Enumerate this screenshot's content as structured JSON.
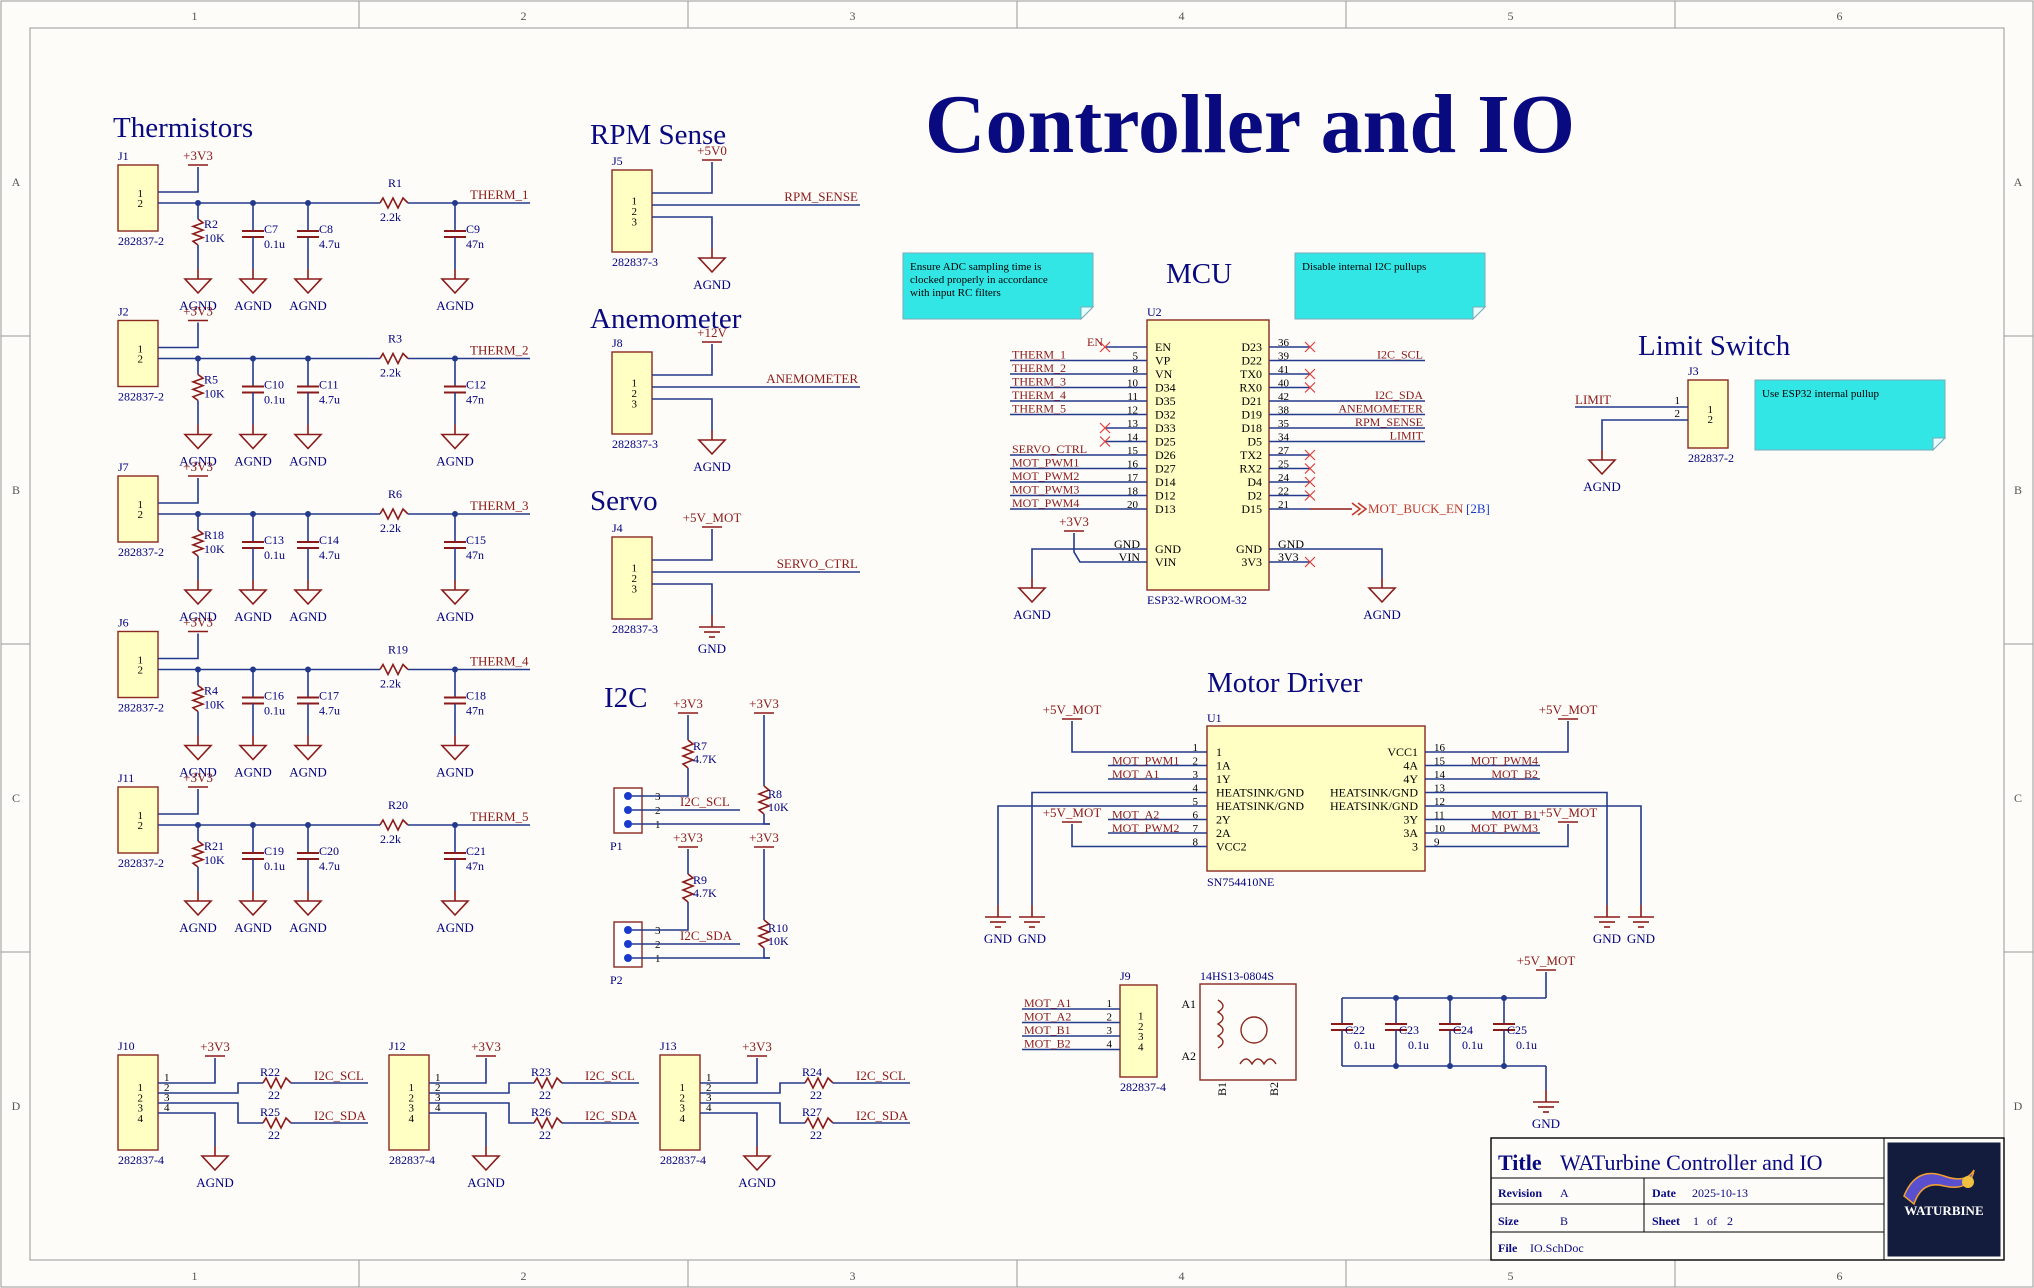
{
  "sheet": {
    "title": "Controller and IO",
    "col_labels": [
      "1",
      "2",
      "3",
      "4",
      "5",
      "6"
    ],
    "row_labels": [
      "A",
      "B",
      "C",
      "D"
    ]
  },
  "colors": {
    "wire": "#233a8c",
    "net": "#8b1a1a",
    "part": "#000080",
    "body": "#ffffc4",
    "note": "#33e6e6",
    "title": "#0a0a80"
  },
  "sections": {
    "thermistors": "Thermistors",
    "rpm": "RPM Sense",
    "anemometer": "Anemometer",
    "servo": "Servo",
    "i2c": "I2C",
    "mcu": "MCU",
    "limit": "Limit Switch",
    "motor_driver": "Motor Driver"
  },
  "thermistors": [
    {
      "conn": "J1",
      "r_pull": "R2",
      "ca": "C7",
      "cb": "C8",
      "r_ser": "R1",
      "c_out": "C9",
      "net": "THERM_1"
    },
    {
      "conn": "J2",
      "r_pull": "R5",
      "ca": "C10",
      "cb": "C11",
      "r_ser": "R3",
      "c_out": "C12",
      "net": "THERM_2"
    },
    {
      "conn": "J7",
      "r_pull": "R18",
      "ca": "C13",
      "cb": "C14",
      "r_ser": "R6",
      "c_out": "C15",
      "net": "THERM_3"
    },
    {
      "conn": "J6",
      "r_pull": "R4",
      "ca": "C16",
      "cb": "C17",
      "r_ser": "R19",
      "c_out": "C18",
      "net": "THERM_4"
    },
    {
      "conn": "J11",
      "r_pull": "R21",
      "ca": "C19",
      "cb": "C20",
      "r_ser": "R20",
      "c_out": "C21",
      "net": "THERM_5"
    }
  ],
  "therm_vals": {
    "conn": "282837-2",
    "pull": "10K",
    "ca": "0.1u",
    "cb": "4.7u",
    "ser": "2.2k",
    "out": "47n",
    "rail": "+3V3",
    "gnd": "AGND"
  },
  "pins": {
    "p1": "1",
    "p2": "2",
    "p3": "3",
    "p4": "4"
  },
  "rpm": {
    "ref": "J5",
    "rail": "+5V0",
    "net": "RPM_SENSE",
    "part": "282837-3"
  },
  "anemometer": {
    "ref": "J8",
    "rail": "+12V",
    "net": "ANEMOMETER",
    "part": "282837-3"
  },
  "servo": {
    "ref": "J4",
    "rail": "+5V_MOT",
    "net": "SERVO_CTRL",
    "part": "282837-3",
    "gnd": "GND"
  },
  "i2c": {
    "scl": {
      "hdr": "P1",
      "ra": "R7",
      "ra_val": "4.7K",
      "rb": "R8",
      "rb_val": "10K",
      "net": "I2C_SCL"
    },
    "sda": {
      "hdr": "P2",
      "ra": "R9",
      "ra_val": "4.7K",
      "rb": "R10",
      "rb_val": "10K",
      "net": "I2C_SDA"
    }
  },
  "i2c_conns": [
    {
      "ref": "J10",
      "ra": "R22",
      "rb": "R25"
    },
    {
      "ref": "J12",
      "ra": "R23",
      "rb": "R26"
    },
    {
      "ref": "J13",
      "ra": "R24",
      "rb": "R27"
    }
  ],
  "i2c_conn_vals": {
    "part": "282837-4",
    "res": "22"
  },
  "notes": {
    "adc": [
      "Ensure ADC sampling time is",
      "clocked properly in accordance",
      "with input RC filters"
    ],
    "i2c": "Disable internal I2C pullups",
    "limit": "Use ESP32 internal pullup"
  },
  "mcu": {
    "ref": "U2",
    "part": "ESP32-WROOM-32",
    "rail": "+3V3",
    "gnd": "AGND",
    "left_pins": [
      {
        "num": "",
        "name": "EN",
        "net": "EN"
      },
      {
        "num": "5",
        "name": "VP",
        "net": "THERM_1"
      },
      {
        "num": "8",
        "name": "VN",
        "net": "THERM_2"
      },
      {
        "num": "10",
        "name": "D34",
        "net": "THERM_3"
      },
      {
        "num": "11",
        "name": "D35",
        "net": "THERM_4"
      },
      {
        "num": "12",
        "name": "D32",
        "net": "THERM_5"
      },
      {
        "num": "13",
        "name": "D33",
        "net": ""
      },
      {
        "num": "14",
        "name": "D25",
        "net": ""
      },
      {
        "num": "15",
        "name": "D26",
        "net": "SERVO_CTRL"
      },
      {
        "num": "16",
        "name": "D27",
        "net": "MOT_PWM1"
      },
      {
        "num": "17",
        "name": "D14",
        "net": "MOT_PWM2"
      },
      {
        "num": "18",
        "name": "D12",
        "net": "MOT_PWM3"
      },
      {
        "num": "20",
        "name": "D13",
        "net": "MOT_PWM4"
      }
    ],
    "right_pins": [
      {
        "num": "36",
        "name": "D23",
        "net": ""
      },
      {
        "num": "39",
        "name": "D22",
        "net": "I2C_SCL"
      },
      {
        "num": "41",
        "name": "TX0",
        "net": ""
      },
      {
        "num": "40",
        "name": "RX0",
        "net": ""
      },
      {
        "num": "42",
        "name": "D21",
        "net": "I2C_SDA"
      },
      {
        "num": "38",
        "name": "D19",
        "net": "ANEMOMETER"
      },
      {
        "num": "35",
        "name": "D18",
        "net": "RPM_SENSE"
      },
      {
        "num": "34",
        "name": "D5",
        "net": "LIMIT"
      },
      {
        "num": "27",
        "name": "TX2",
        "net": ""
      },
      {
        "num": "25",
        "name": "RX2",
        "net": ""
      },
      {
        "num": "24",
        "name": "D4",
        "net": ""
      },
      {
        "num": "22",
        "name": "D2",
        "net": ""
      },
      {
        "num": "21",
        "name": "D15",
        "net": "MOT_BUCK_EN"
      }
    ],
    "offsheet": "[2B]",
    "pwr_left": [
      {
        "name": "GND",
        "net": "GND"
      },
      {
        "name": "VIN",
        "net": "VIN"
      }
    ],
    "pwr_right": [
      {
        "name": "GND",
        "net": "GND"
      },
      {
        "name": "3V3",
        "net": "3V3"
      }
    ]
  },
  "limit": {
    "ref": "J3",
    "net": "LIMIT",
    "part": "282837-2",
    "gnd": "AGND"
  },
  "driver": {
    "ref": "U1",
    "part": "SN754410NE",
    "rail": "+5V_MOT",
    "gnd": "GND",
    "left": [
      {
        "num": "1",
        "name": "1",
        "net": ""
      },
      {
        "num": "2",
        "name": "1A",
        "net": "MOT_PWM1"
      },
      {
        "num": "3",
        "name": "1Y",
        "net": "MOT_A1"
      },
      {
        "num": "4",
        "name": "HEATSINK/GND",
        "net": ""
      },
      {
        "num": "5",
        "name": "HEATSINK/GND",
        "net": ""
      },
      {
        "num": "6",
        "name": "2Y",
        "net": "MOT_A2"
      },
      {
        "num": "7",
        "name": "2A",
        "net": "MOT_PWM2"
      },
      {
        "num": "8",
        "name": "VCC2",
        "net": ""
      }
    ],
    "right": [
      {
        "num": "16",
        "name": "VCC1",
        "net": ""
      },
      {
        "num": "15",
        "name": "4A",
        "net": "MOT_PWM4"
      },
      {
        "num": "14",
        "name": "4Y",
        "net": "MOT_B2"
      },
      {
        "num": "13",
        "name": "HEATSINK/GND",
        "net": ""
      },
      {
        "num": "12",
        "name": "HEATSINK/GND",
        "net": ""
      },
      {
        "num": "11",
        "name": "3Y",
        "net": "MOT_B1"
      },
      {
        "num": "10",
        "name": "3A",
        "net": "MOT_PWM3"
      },
      {
        "num": "9",
        "name": "3",
        "net": ""
      }
    ]
  },
  "motor": {
    "conn_ref": "J9",
    "conn_part": "282837-4",
    "nets": [
      "MOT_A1",
      "MOT_A2",
      "MOT_B1",
      "MOT_B2"
    ],
    "ref": "14HS13-0804S",
    "a1": "A1",
    "a2": "A2",
    "b1": "B1",
    "b2": "B2"
  },
  "decoupling": [
    {
      "ref": "C22",
      "val": "0.1u"
    },
    {
      "ref": "C23",
      "val": "0.1u"
    },
    {
      "ref": "C24",
      "val": "0.1u"
    },
    {
      "ref": "C25",
      "val": "0.1u"
    }
  ],
  "decoupling_rail": "+5V_MOT",
  "decoupling_gnd": "GND",
  "titleblock": {
    "title_label": "Title",
    "title": "WATurbine Controller and IO",
    "revision_label": "Revision",
    "revision": "A",
    "date_label": "Date",
    "date": "2025-10-13",
    "size_label": "Size",
    "size": "B",
    "sheet_label": "Sheet",
    "sheet": "1",
    "of_label": "of",
    "sheets": "2",
    "file_label": "File",
    "file": "IO.SchDoc",
    "logo_text": "WATURBINE"
  }
}
